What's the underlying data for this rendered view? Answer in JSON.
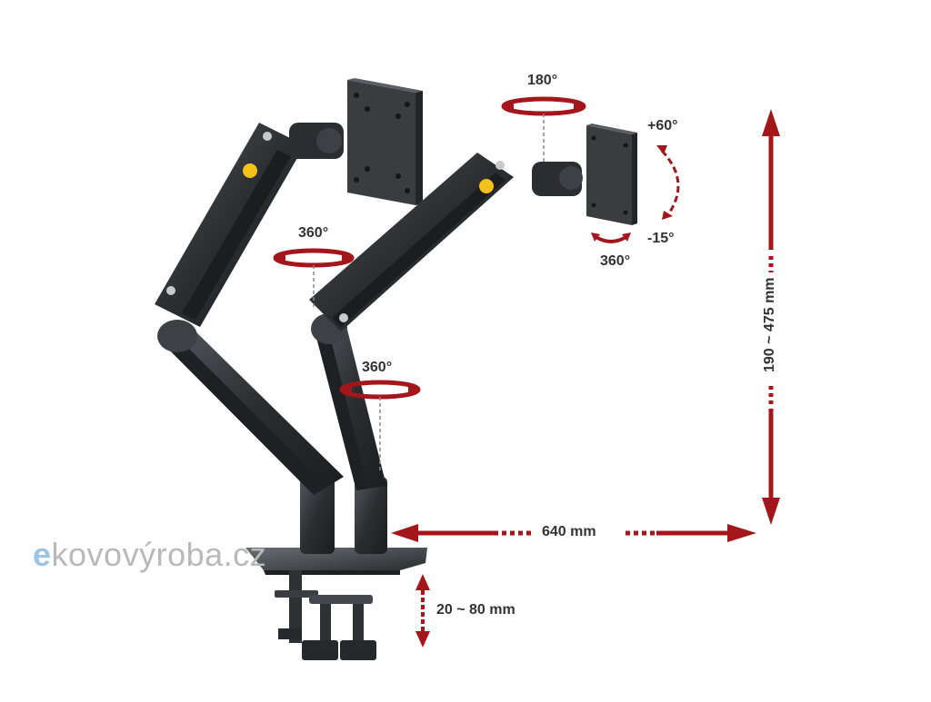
{
  "labels": {
    "rot_top": "180°",
    "tilt_up": "+60°",
    "tilt_down": "-15°",
    "rot_screen": "360°",
    "rot_upper_arm": "360°",
    "rot_lower_arm": "360°",
    "height_range": "190 ~ 475 mm",
    "reach": "640 mm",
    "clamp_range": "20 ~ 80 mm"
  },
  "watermark": {
    "prefix": "e",
    "rest": "kovovýroba.cz"
  },
  "colors": {
    "arrow_red": "#a3161b",
    "arm_dark": "#2b2d30",
    "arm_mid": "#3d4044",
    "logo_yellow": "#f2c21a",
    "watermark_blue": "#9cc3e4",
    "watermark_gray": "#b9b9b9"
  }
}
